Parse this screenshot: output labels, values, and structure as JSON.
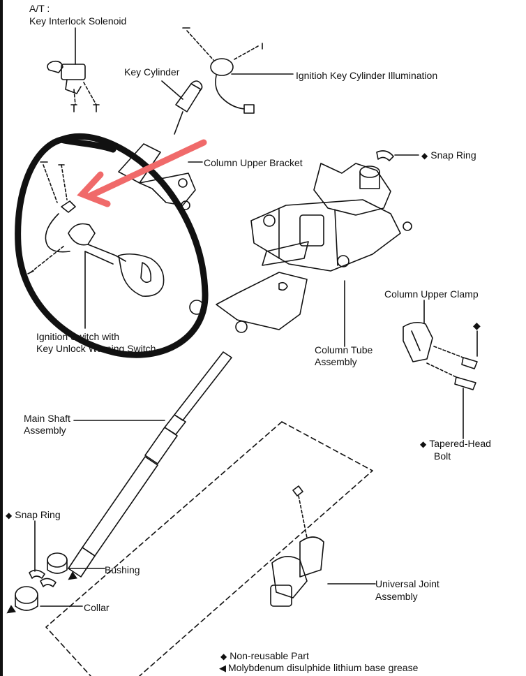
{
  "labels": {
    "at": "A/T :",
    "key_interlock_solenoid": "Key Interlock Solenoid",
    "key_cylinder": "Key Cylinder",
    "ignition_key_cylinder_illumination": "Ignitioh Key Cylinder Illumination",
    "snap_ring_top": "Snap Ring",
    "column_upper_bracket": "Column Upper Bracket",
    "ignition_switch_line1": "Ignition Switch with",
    "ignition_switch_line2": "Key Unlock Warning Switch",
    "column_upper_clamp": "Column Upper Clamp",
    "column_tube_line1": "Column Tube",
    "column_tube_line2": "Assembly",
    "main_shaft_line1": "Main Shaft",
    "main_shaft_line2": "Assembly",
    "tapered_head_line1": "Tapered-Head",
    "tapered_head_line2": "Bolt",
    "snap_ring_bottom": "Snap Ring",
    "bushing": "Bushing",
    "collar": "Collar",
    "universal_joint_line1": "Universal Joint",
    "universal_joint_line2": "Assembly"
  },
  "legend": {
    "non_reusable": "Non-reusable Part",
    "grease": "Molybdenum disulphide lithium base grease",
    "diamond_symbol": "◆",
    "arrow_symbol": "◀"
  },
  "annotation_colors": {
    "circle": "#111111",
    "arrow": "#f06a6a"
  }
}
